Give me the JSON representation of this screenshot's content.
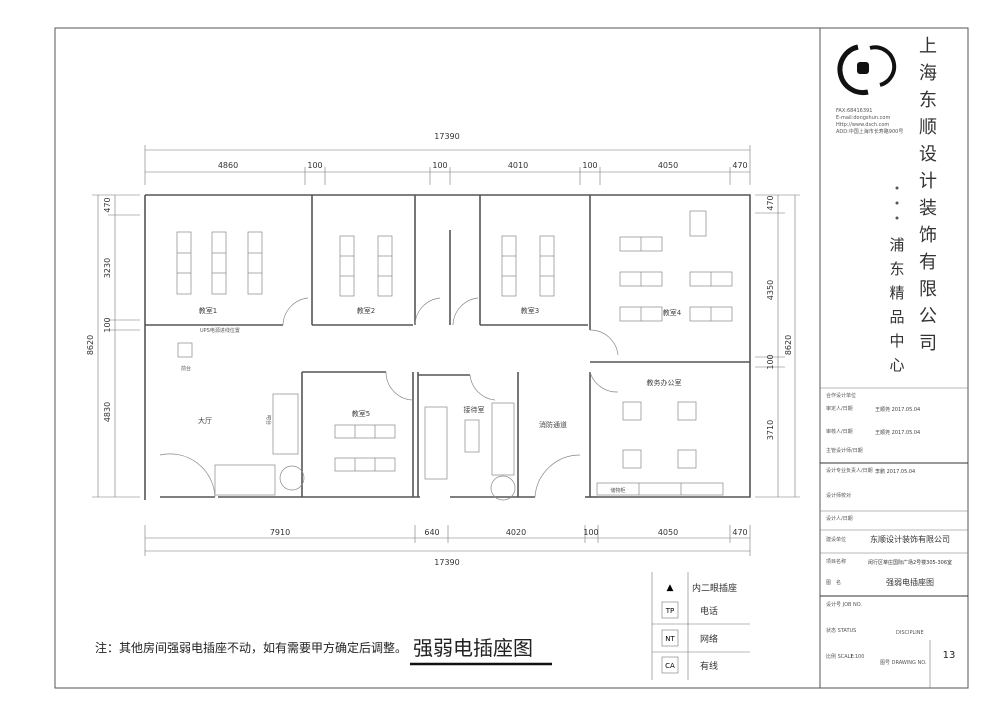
{
  "drawing": {
    "title": "强弱电插座图",
    "note": "注：其他房间强弱电插座不动，如有需要甲方确定后调整。",
    "dims_top": {
      "overall": "17390",
      "segments": [
        "4860",
        "100",
        "100",
        "4010",
        "100",
        "4050",
        "470"
      ]
    },
    "dims_bottom": {
      "overall": "17390",
      "segments": [
        "7910",
        "640",
        "4020",
        "100",
        "4050",
        "470"
      ]
    },
    "dims_left": {
      "overall": "8620",
      "segments": [
        "470",
        "3230",
        "100",
        "4830"
      ]
    },
    "dims_right": {
      "overall": "8620",
      "segments": [
        "470",
        "4350",
        "100",
        "3710"
      ]
    },
    "rooms": {
      "r1": "教室1",
      "r2": "教室2",
      "r3": "教室3",
      "r4": "教室4",
      "r5": "教室5",
      "hall": "大厅",
      "reception": "接待室",
      "fire": "消防通道",
      "office": "教务办公室",
      "counter": "前台",
      "cabinet": "储物柜"
    },
    "notes": {
      "ups": "UPS电源进线位置",
      "bar": "吧台"
    }
  },
  "legend": [
    {
      "symbol": "▲",
      "label": "内二眼插座"
    },
    {
      "symbol": "TP",
      "label": "电话"
    },
    {
      "symbol": "NT",
      "label": "网络"
    },
    {
      "symbol": "CA",
      "label": "有线"
    }
  ],
  "title_block": {
    "company": [
      "上",
      "海",
      "东",
      "顺",
      "设",
      "计",
      "装",
      "饰",
      "有",
      "限",
      "公",
      "司"
    ],
    "branch": [
      "浦",
      "东",
      "精",
      "品",
      "中",
      "心"
    ],
    "contact": [
      "FAX:68416391",
      "E-mail:dongshun.com",
      "Http://www.dsch.com",
      "ADD:中国上海市长寿路900号"
    ],
    "rows": [
      {
        "label": "合作设计单位",
        "value": ""
      },
      {
        "label": "审定人/日期",
        "value": "王顺尧 2017.05.04"
      },
      {
        "label": "审核人/日期",
        "value": "王顺尧 2017.05.04"
      },
      {
        "label": "主管设计师/日期",
        "value": ""
      },
      {
        "label": "设计专业负责人/日期",
        "value": "李鹏 2017.05.04"
      },
      {
        "label": "设计师校对",
        "value": ""
      },
      {
        "label": "设计人/日期",
        "value": ""
      },
      {
        "label": "建设单位",
        "value": "东顺设计装饰有限公司"
      },
      {
        "label": "项目名称",
        "value": "闵行区莘庄国际广场2号楼305-306室"
      },
      {
        "label": "图　名",
        "value": "强弱电插座图"
      }
    ],
    "job_no": "设计号 JOB NO.",
    "status": "状态 STATUS",
    "discipline": "DISCIPLINE",
    "scale_label": "比例 SCALE",
    "scale": "1:100",
    "drawing_no_label": "图号 DRAWING NO.",
    "sheet": "13"
  }
}
